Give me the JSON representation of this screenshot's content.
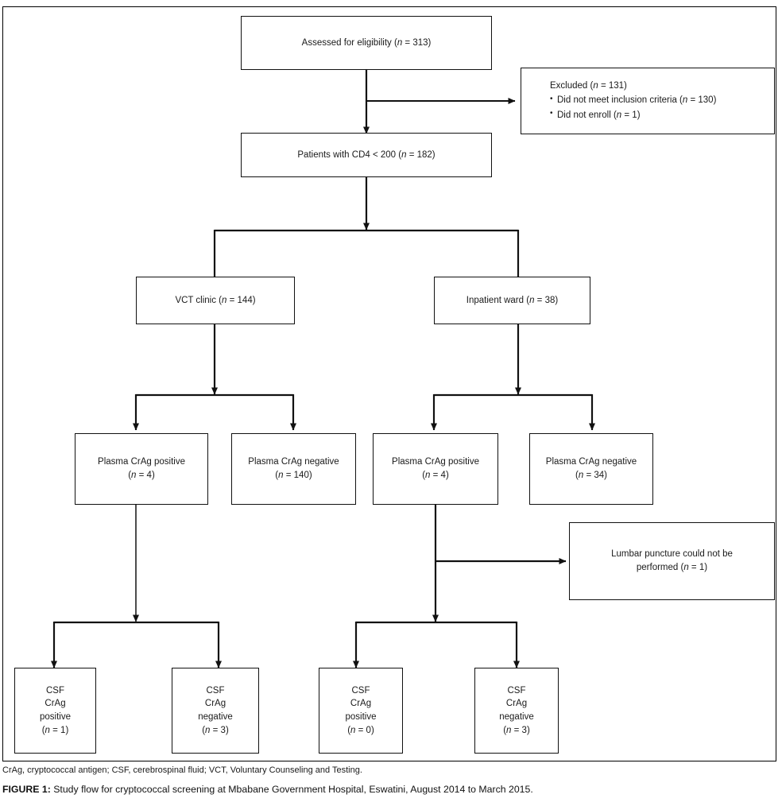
{
  "figure": {
    "caption_label": "FIGURE 1:",
    "caption_text": " Study flow for cryptococcal screening at Mbabane Government Hospital, Eswatini, August 2014 to March 2015.",
    "abbreviations": "CrAg, cryptococcal antigen; CSF, cerebrospinal fluid; VCT, Voluntary Counseling and Testing.",
    "colors": {
      "line": "#111111",
      "box_border": "#111111",
      "background": "#ffffff",
      "text": "#1a1a1a"
    }
  },
  "nodes": {
    "assessed": {
      "label": "Assessed for eligibility (n = 313)",
      "n": 313
    },
    "excluded": {
      "heading": "Excluded (n = 131)",
      "n": 131,
      "items": [
        "Did not meet inclusion criteria (n = 130)",
        "Did not enroll (n = 1)"
      ]
    },
    "cd4": {
      "label": "Patients with CD4 < 200 (n = 182)",
      "n": 182
    },
    "vct": {
      "label": "VCT clinic (n = 144)",
      "n": 144
    },
    "inpatient": {
      "label": "Inpatient ward (n = 38)",
      "n": 38
    },
    "vct_plasma_pos": {
      "label": "Plasma CrAg positive\n(n = 4)",
      "n": 4
    },
    "vct_plasma_neg": {
      "label": "Plasma CrAg negative\n(n = 140)",
      "n": 140
    },
    "inp_plasma_pos": {
      "label": "Plasma CrAg positive\n(n = 4)",
      "n": 4
    },
    "inp_plasma_neg": {
      "label": "Plasma CrAg negative\n(n = 34)",
      "n": 34
    },
    "lumbar": {
      "label": "Lumbar puncture could not be\nperformed (n = 1)",
      "n": 1
    },
    "vct_csf_pos": {
      "label": "CSF\nCrAg\npositive\n(n = 1)",
      "n": 1
    },
    "vct_csf_neg": {
      "label": "CSF\nCrAg\nnegative\n(n = 3)",
      "n": 3
    },
    "inp_csf_pos": {
      "label": "CSF\nCrAg\npositive\n(n = 0)",
      "n": 0
    },
    "inp_csf_neg": {
      "label": "CSF\nCrAg\nnegative\n(n = 3)",
      "n": 3
    }
  }
}
